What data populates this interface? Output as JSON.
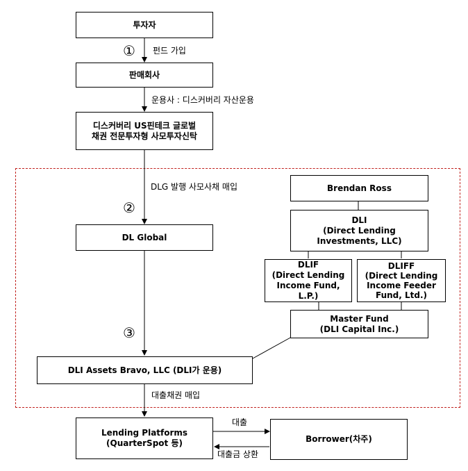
{
  "nodes": {
    "investor": "투자자",
    "seller": "판매회사",
    "trust": "디스커버리 US핀테크 글로벌\n채권 전문투자형 사모투자신탁",
    "dl_global": "DL Global",
    "brendan_ross": "Brendan Ross",
    "dli": "DLI\n(Direct Lending\nInvestments, LLC)",
    "dlif": "DLIF\n(Direct Lending\nIncome Fund, L.P.)",
    "dliff": "DLIFF\n(Direct Lending\nIncome Feeder\nFund, Ltd.)",
    "master_fund": "Master Fund\n(DLI Capital Inc.)",
    "assets_bravo": "DLI Assets Bravo, LLC (DLI가 운용)",
    "lending_platforms": "Lending Platforms\n(QuarterSpot 등)",
    "borrower": "Borrower(차주)"
  },
  "edges": {
    "fund_join": "펀드 가입",
    "manager": "운용사 : 디스커버리 자산운용",
    "dlg_purchase": "DLG 발행 사모사채 매입",
    "loan_purchase": "대출채권 매입",
    "loan": "대출",
    "repayment": "대출금 상환"
  },
  "steps": {
    "one": "①",
    "two": "②",
    "three": "③"
  },
  "colors": {
    "dashed_border": "#c0201c",
    "line": "#000000"
  }
}
